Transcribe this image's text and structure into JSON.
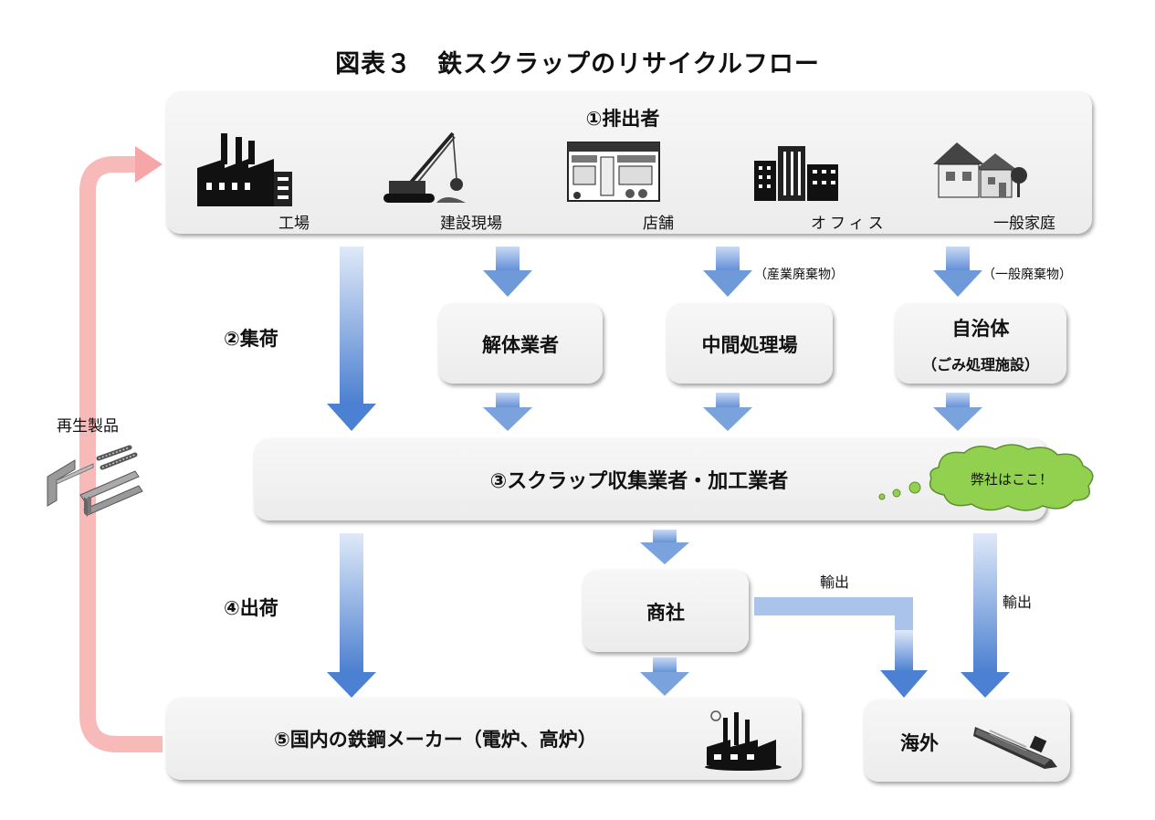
{
  "title": "図表３　鉄スクラップのリサイクルフロー",
  "dischargers": {
    "heading": "①排出者",
    "items": [
      "工場",
      "建設現場",
      "店舗",
      "オフィス",
      "一般家庭"
    ]
  },
  "collection": {
    "label": "②集荷",
    "demolition": "解体業者",
    "intermediate": "中間処理場",
    "municipality": "自治体",
    "municipality_sub": "（ごみ処理施設）",
    "note_industrial": "（産業廃棄物）",
    "note_general": "（一般廃棄物）"
  },
  "processor": {
    "label": "③スクラップ収集業者・加工業者",
    "bubble": "弊社はここ！"
  },
  "shipping": {
    "label": "④出荷",
    "trading": "商社",
    "export1": "輸出",
    "export2": "輸出"
  },
  "destinations": {
    "domestic": "⑤国内の鉄鋼メーカー（電炉、高炉）",
    "overseas": "海外"
  },
  "recycled": {
    "label": "再生製品"
  },
  "colors": {
    "arrow_light": "#dbe7f7",
    "arrow_dark": "#4a7fd0",
    "loop_arrow": "#f6a3a3",
    "bubble": "#92d050"
  }
}
